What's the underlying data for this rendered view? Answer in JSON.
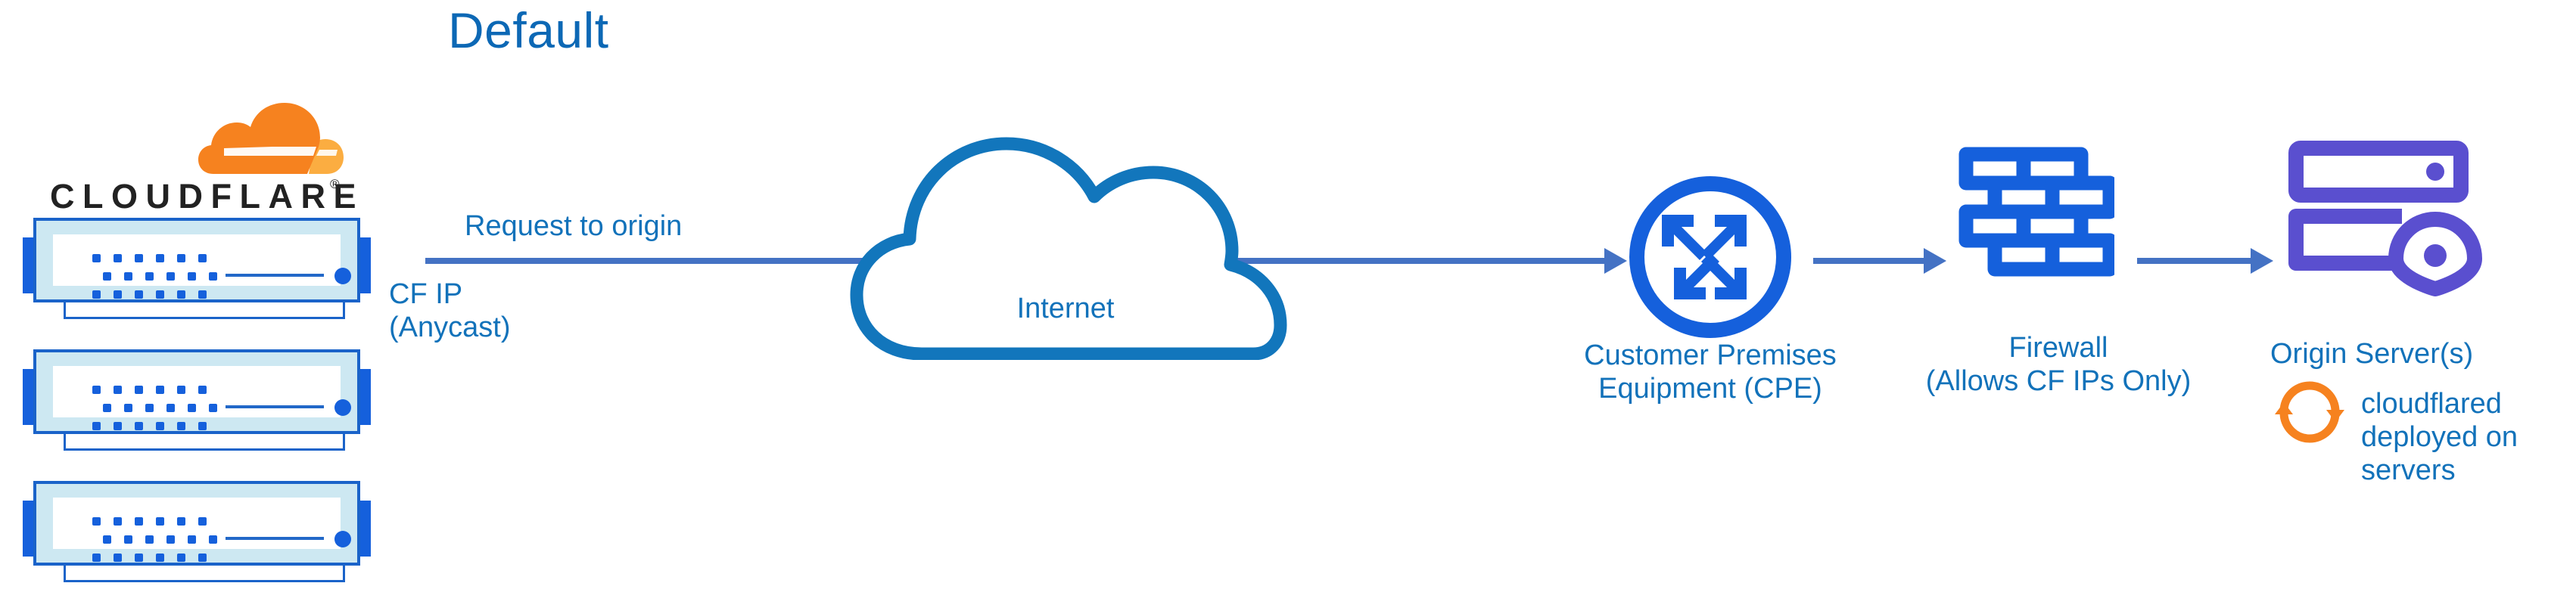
{
  "title": "Default",
  "colors": {
    "title_blue": "#0C68B5",
    "label_blue": "#1272BA",
    "arrow_blue": "#4472C4",
    "icon_blue": "#1560DC",
    "cloud_outline_blue": "#1276BC",
    "origin_purple": "#5A4FCF",
    "cloudflare_orange": "#F6821F",
    "cloudflare_orange_light": "#FBAD41",
    "wordmark_black": "#222222",
    "server_body": "#CDE8F2",
    "server_border": "#1A63C9"
  },
  "brand": {
    "wordmark": "CLOUDFLARE",
    "registered_mark": "®",
    "logo_icon": "cloudflare-cloud-logo"
  },
  "servers": {
    "count": 3,
    "icon": "server-appliance-icon",
    "units": [
      {
        "name": "cloudflare-edge-server-1"
      },
      {
        "name": "cloudflare-edge-server-2"
      },
      {
        "name": "cloudflare-edge-server-3"
      }
    ]
  },
  "flow": {
    "request_label": "Request to origin",
    "cf_ip_label": "CF IP\n(Anycast)",
    "arrows": [
      {
        "name": "arrow-cf-to-cpe"
      },
      {
        "name": "arrow-cpe-to-firewall"
      },
      {
        "name": "arrow-firewall-to-origin"
      }
    ]
  },
  "nodes": {
    "internet": {
      "label": "Internet",
      "icon": "cloud-icon"
    },
    "cpe": {
      "label": "Customer Premises\nEquipment (CPE)",
      "icon": "router-icon"
    },
    "firewall": {
      "label": "Firewall\n(Allows CF IPs Only)",
      "icon": "brick-wall-icon"
    },
    "origin": {
      "label": "Origin Server(s)",
      "icon": "server-stack-location-pin-icon"
    }
  },
  "annotation": {
    "cloudflared": {
      "label": "cloudflared\ndeployed on\nservers",
      "icon": "sync-refresh-icon"
    }
  }
}
